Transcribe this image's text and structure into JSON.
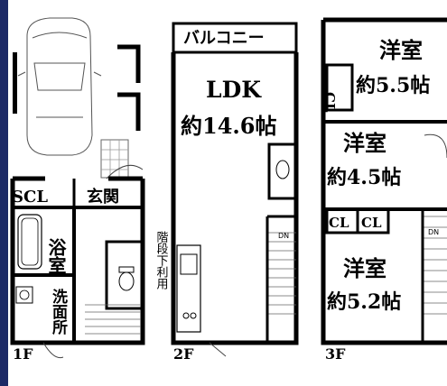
{
  "floors": [
    {
      "label": "1F",
      "rooms": [
        {
          "id": "scl",
          "name": "SCL"
        },
        {
          "id": "genkan",
          "name": "玄関"
        },
        {
          "id": "bath",
          "name": "浴室"
        },
        {
          "id": "washroom",
          "name": "洗面所"
        }
      ]
    },
    {
      "label": "2F",
      "rooms": [
        {
          "id": "balcony",
          "name": "バルコニー"
        },
        {
          "id": "ldk",
          "name": "LDK",
          "size": "約14.6帖"
        }
      ],
      "note": "階段下利用",
      "stair_mark": "DN"
    },
    {
      "label": "3F",
      "rooms": [
        {
          "id": "room1",
          "name": "洋室",
          "size": "約5.5帖"
        },
        {
          "id": "cl1",
          "name": "CL"
        },
        {
          "id": "room2",
          "name": "洋室",
          "size": "約4.5帖"
        },
        {
          "id": "cl2",
          "name": "CL"
        },
        {
          "id": "cl3",
          "name": "CL"
        },
        {
          "id": "room3",
          "name": "洋室",
          "size": "約5.2帖"
        }
      ],
      "stair_mark": "DN"
    }
  ],
  "colors": {
    "wall": "#000000",
    "line": "#444444",
    "page_border": "#1c2a66",
    "background": "#ffffff"
  }
}
